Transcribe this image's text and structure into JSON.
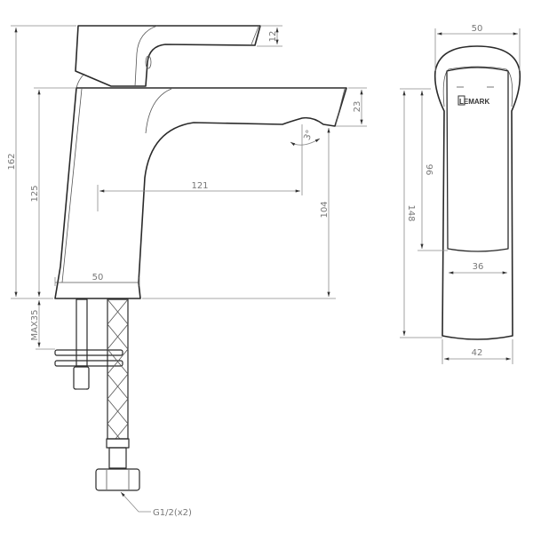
{
  "side_view": {
    "dims": {
      "total_height": "162",
      "body_height": "125",
      "handle_thickness": "12",
      "spout_thickness": "23",
      "spout_height": "104",
      "spout_reach": "121",
      "base_width": "50",
      "angle": "3°",
      "max_counter": "MAX35"
    },
    "thread_label": "G1/2(x2)"
  },
  "front_view": {
    "logo": "LEMARK",
    "dims": {
      "head_width": "50",
      "total_height": "148",
      "face_height": "96",
      "face_width": "36",
      "base_width": "42"
    }
  }
}
